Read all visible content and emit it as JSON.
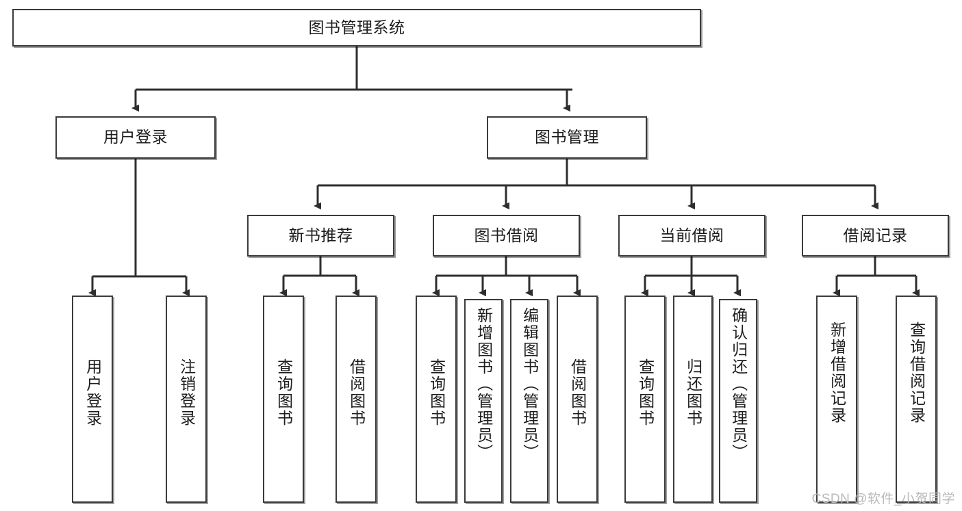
{
  "diagram": {
    "type": "tree-hierarchy",
    "title_node": {
      "id": "root",
      "label": "图书管理系统"
    },
    "level2": [
      {
        "id": "login",
        "label": "用户登录"
      },
      {
        "id": "bookmg",
        "label": "图书管理"
      }
    ],
    "level3": [
      {
        "id": "newbook",
        "label": "新书推荐",
        "parent": "bookmg"
      },
      {
        "id": "borrow",
        "label": "图书借阅",
        "parent": "bookmg"
      },
      {
        "id": "current",
        "label": "当前借阅",
        "parent": "bookmg"
      },
      {
        "id": "records",
        "label": "借阅记录",
        "parent": "bookmg"
      }
    ],
    "leaves": [
      {
        "id": "leaf-user-login",
        "label": "用户登录",
        "parent": "login",
        "vertical": true,
        "centered": true
      },
      {
        "id": "leaf-user-logout",
        "label": "注销登录",
        "parent": "login",
        "vertical": true,
        "centered": true
      },
      {
        "id": "leaf-query-book-1",
        "label": "查询图书",
        "parent": "newbook",
        "vertical": true,
        "centered": true
      },
      {
        "id": "leaf-borrow-book-1",
        "label": "借阅图书",
        "parent": "newbook",
        "vertical": true,
        "centered": true
      },
      {
        "id": "leaf-query-book-2",
        "label": "查询图书",
        "parent": "borrow",
        "vertical": true,
        "centered": true
      },
      {
        "id": "leaf-add-book",
        "label": "新增图书（管理员）",
        "parent": "borrow",
        "vertical": true,
        "centered": false
      },
      {
        "id": "leaf-edit-book",
        "label": "编辑图书（管理员）",
        "parent": "borrow",
        "vertical": true,
        "centered": false
      },
      {
        "id": "leaf-borrow-book-2",
        "label": "借阅图书",
        "parent": "borrow",
        "vertical": true,
        "centered": true
      },
      {
        "id": "leaf-query-book-3",
        "label": "查询图书",
        "parent": "current",
        "vertical": true,
        "centered": true
      },
      {
        "id": "leaf-return-book",
        "label": "归还图书",
        "parent": "current",
        "vertical": true,
        "centered": true
      },
      {
        "id": "leaf-confirm-return",
        "label": "确认归还（管理员）",
        "parent": "current",
        "vertical": true,
        "centered": false
      },
      {
        "id": "leaf-add-record",
        "label": "新增借阅记录",
        "parent": "records",
        "vertical": true,
        "centered": true
      },
      {
        "id": "leaf-query-record",
        "label": "查询借阅记录",
        "parent": "records",
        "vertical": true,
        "centered": true
      }
    ],
    "colors": {
      "box_border": "#3b3b3b",
      "box_fill": "#ffffff",
      "connector": "#2e2e2e",
      "text": "#1d1d1d",
      "watermark": "#b9b9b9",
      "background": "#ffffff"
    }
  },
  "watermark": {
    "text": "CSDN @软件_小贺同学"
  }
}
